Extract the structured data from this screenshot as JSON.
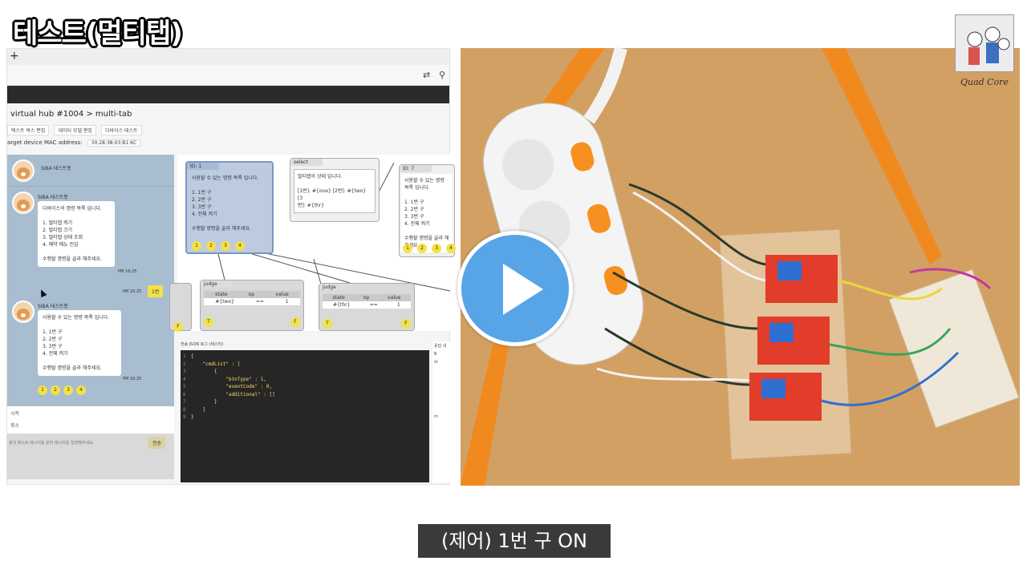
{
  "title": "테스트(멀티탭)",
  "left": {
    "tabbar_plus": "+",
    "breadcrumb": "virtual hub #1004 > multi-tab",
    "subtabs": [
      "텍스트 박스 편집",
      "데이터 모델 편집",
      "디바이스 테스트"
    ],
    "mac_label": "arget device MAC address:",
    "mac_value": "30:28:38:03:B1:6C",
    "chat": {
      "bot_name": "SIBA 테스트봇",
      "msg1_lines": [
        "디바이스의 명령 목록 입니다.",
        "",
        "1. 멀티탭 켜기",
        "2. 멀티탭 끄기",
        "3. 멀티탭 상태 조회",
        "4. 예약 메뉴 진입",
        "",
        "수행할 명령을 골라 해주세요."
      ],
      "msg1_time": "PM 16:25",
      "user_reply": "1번",
      "user_time": "PM 16:25",
      "msg2_lines": [
        "사용할 수 있는 명령 목록 입니다.",
        "",
        "1. 1번 구",
        "2. 2번 구",
        "3. 3번 구",
        "4. 전체 켜기",
        "",
        "수행할 명령을 골라 해주세요."
      ],
      "msg2_time": "PM 16:25",
      "chips": [
        "1",
        "2",
        "3",
        "4"
      ],
      "foot_line1": "시작",
      "foot_line2": "취소",
      "input_placeholder": "봇의 테스트 메시지를 원하 메시지를 입력해주세요.",
      "send_label": "전송"
    },
    "flow": {
      "node1_id": "ID: 1",
      "node1_lines": [
        "사용할 수 있는 명령 목록 입니다.",
        "",
        "1. 1번 구",
        "2. 2번 구",
        "3. 3번 구",
        "4. 전체 켜기",
        "",
        "수행할 명령을 골라 해주세요."
      ],
      "node2_hdr": "select",
      "node2_lines": [
        "멀티탭의 상태 입니다.",
        "",
        "[1번]: #{one} [2번]: #{two} [3",
        "번]: #{thr}"
      ],
      "node3_id": "ID: 7",
      "node3_lines": [
        "사용할 수 있는 명령 목록 입니다.",
        "",
        "1. 1번 구",
        "2. 2번 구",
        "3. 3번 구",
        "4. 전체 켜기",
        "",
        "수행할 명령을 골라 해주세요."
      ],
      "chips": [
        "1",
        "2",
        "3",
        "4"
      ],
      "judge_label": "judge",
      "tbl_head": [
        "state",
        "op",
        "value"
      ],
      "tbl_row1": [
        "#{two}",
        "==",
        "1"
      ],
      "tbl_row2": [
        "#{thr}",
        "==",
        "1"
      ],
      "tf_t": "T",
      "tf_f": "F"
    },
    "code_label": "전송 JSON 로그 (테스터)",
    "code_lines": [
      "{",
      "    \"cmdList\" : [",
      "        {",
      "            \"btnType\" : 1,",
      "            \"eventCode\" : 0,",
      "            \"additional\" : []",
      "        }",
      "    ]",
      "}"
    ],
    "side_log": [
      "응답 내",
      "B",
      "st",
      "m"
    ]
  },
  "logo_text": "Quad Core",
  "caption": "(제어) 1번 구 ON",
  "colors": {
    "chat_bg": "#a8bdd0",
    "chip_yellow": "#f4e246",
    "play_blue": "#57a4e7",
    "code_bg": "#262626",
    "table_wood": "#d09a56"
  }
}
